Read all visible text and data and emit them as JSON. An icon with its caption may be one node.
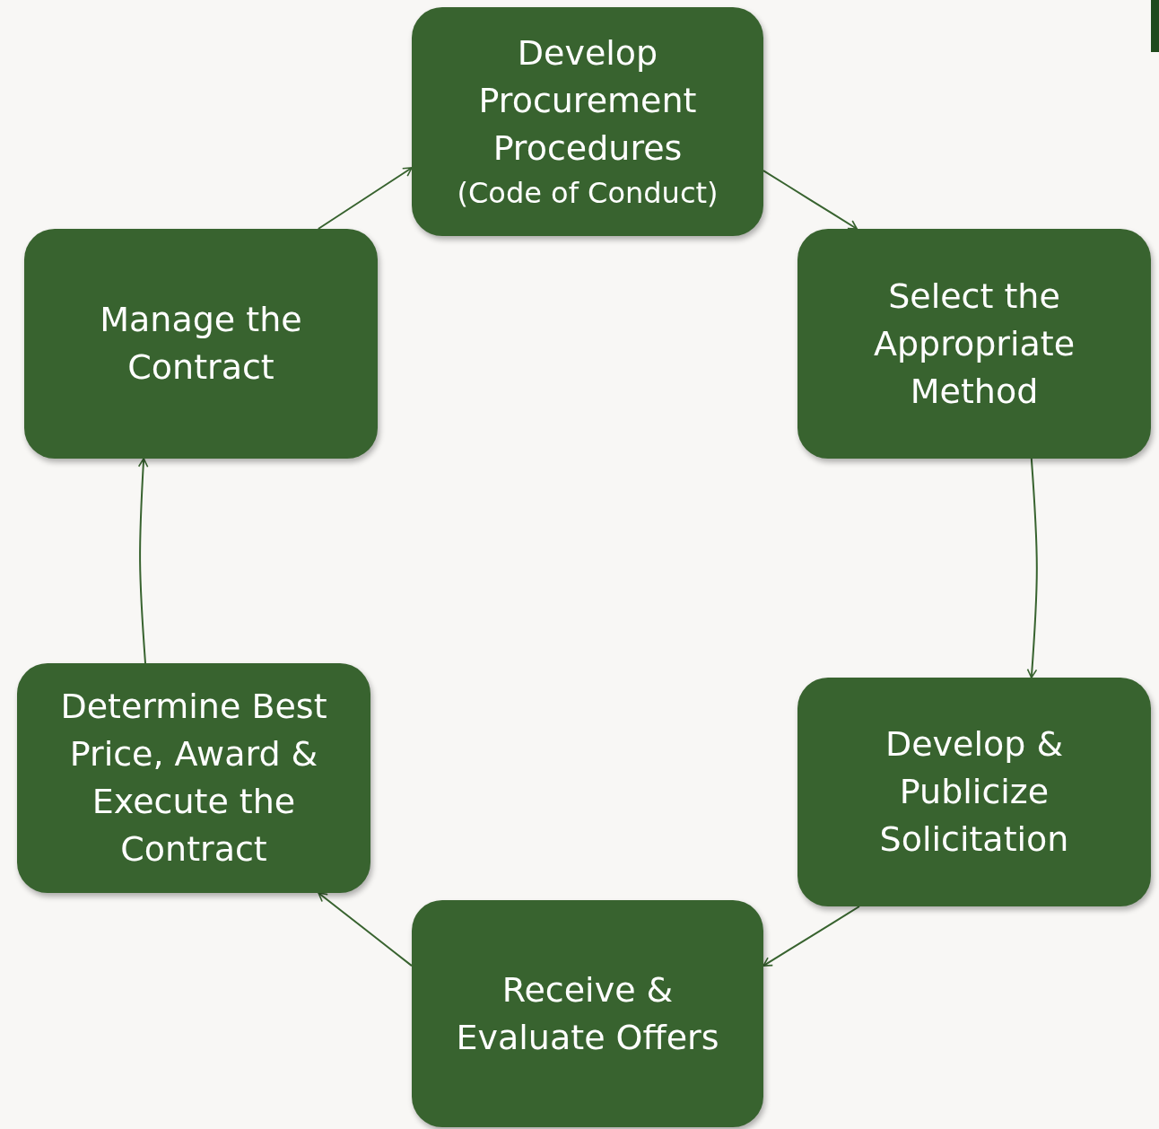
{
  "diagram": {
    "nodes": [
      {
        "text": [
          "Develop Procurement Procedures",
          "(Code of Conduct)"
        ]
      },
      {
        "text": [
          "Select the Appropriate Method"
        ]
      },
      {
        "text": [
          "Develop & Publicize Solicitation"
        ]
      },
      {
        "text": [
          "Receive & Evaluate Offers"
        ]
      },
      {
        "text": [
          "Determine Best Price, Award & Execute the Contract"
        ]
      },
      {
        "text": [
          "Manage the Contract"
        ]
      }
    ],
    "edges": [
      {
        "from": 0,
        "to": 1,
        "arrow": "to"
      },
      {
        "from": 1,
        "to": 2,
        "arrow": "to"
      },
      {
        "from": 2,
        "to": 3,
        "arrow": "to"
      },
      {
        "from": 3,
        "to": 4,
        "arrow": "to"
      },
      {
        "from": 4,
        "to": 5,
        "arrow": "to"
      },
      {
        "from": 5,
        "to": 0,
        "arrow": "to"
      }
    ]
  }
}
